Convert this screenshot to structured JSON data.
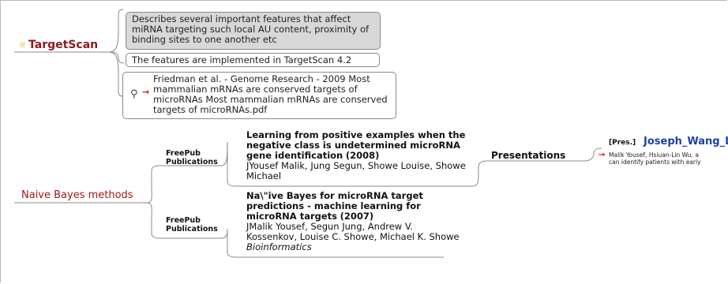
{
  "targetscan": {
    "title": "TargetScan",
    "icon": "lightbulb-icon",
    "note1": "Describes several important features that affect miRNA targeting such local AU content, proximity of binding sites to one another etc",
    "note2": "The features are implemented in TargetScan 4.2",
    "note3": "Friedman et al. - Genome Research - 2009 Most mammalian mRNAs are conserved targets of microRNAs Most mammalian mRNAs are conserved targets of microRNAs.pdf",
    "note3_icon": "search-link-icon"
  },
  "naive_bayes": {
    "title": "Naive Bayes methods",
    "publications": [
      {
        "group": "FreePub Publications",
        "title": "Learning from positive examples when the negative class is undetermined microRNA gene identification",
        "year": "(2008)",
        "authors": "JYousef Malik, Jung Segun, Showe Louise, Showe Michael"
      },
      {
        "group": "FreePub Publications",
        "title": "Na\\\"ive Bayes for microRNA target predictions - machine learning for microRNA targets",
        "year": "(2007)",
        "authors": "JMalik Yousef, Segun Jung, Andrew V. Kossenkov, Louise C. Showe, Michael K. Showe",
        "journal": "Bioinformatics"
      }
    ],
    "presentations": {
      "label": "Presentations",
      "tag": "[Pres.]",
      "name": "Joseph_Wang_L",
      "text_line1": "Malik Yousef, Hsiuan-Lin Wu, a",
      "text_line2": "can identify patients with early"
    }
  },
  "colors": {
    "topic_red": "#8a1c1c",
    "link_blue": "#1d3fa8",
    "note_grey": "#d8d8d8",
    "arrow_red": "#d41d1d"
  }
}
